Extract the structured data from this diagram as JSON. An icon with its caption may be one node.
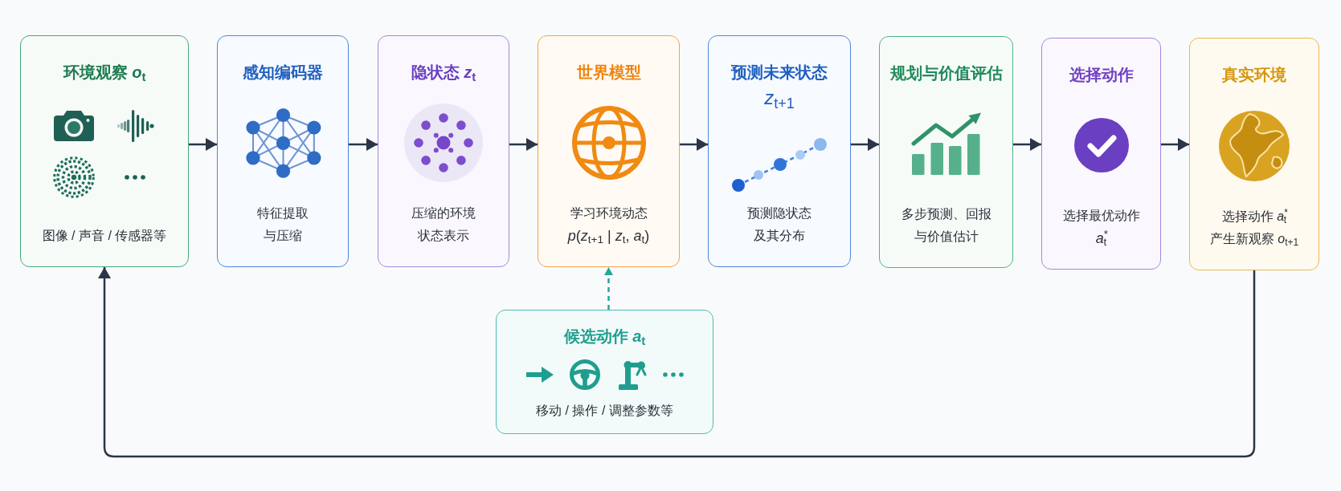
{
  "diagram": {
    "nodes": [
      {
        "text": [
          "环境观察 *o*$_{t}$",
          "图像 / 声音 / 传感器等"
        ]
      },
      {
        "text": [
          "感知编码器",
          "特征提取与压缩"
        ]
      },
      {
        "text": [
          "隐状态 *z*$_{t}$",
          "压缩的环境状态表示"
        ]
      },
      {
        "text": [
          "世界模型",
          "学习环境动态",
          "*p*(*z*$_{t+1}$ | *z*$_{t}$, *a*$_{t}$)"
        ]
      },
      {
        "text": [
          "预测未来状态",
          "*z*$_{t+1}$",
          "预测隐状态及其分布"
        ]
      },
      {
        "text": [
          "规划与价值评估",
          "多步预测、回报与价值估计"
        ]
      },
      {
        "text": [
          "选择动作",
          "选择最优动作",
          "*a*$^{*}$$_{t}$"
        ]
      },
      {
        "text": [
          "真实环境",
          "选择动作 *a*$^{*}$$_{t}$",
          "产生新观察 *o*$_{t+1}$"
        ]
      },
      {
        "text": [
          "候选动作 *a*$_{t}$",
          "移动 / 操作 / 调整参数等"
        ]
      }
    ],
    "edges": [
      {
        "from": 0,
        "to": 1,
        "arrow": "to"
      },
      {
        "from": 1,
        "to": 2,
        "arrow": "to"
      },
      {
        "from": 2,
        "to": 3,
        "arrow": "to"
      },
      {
        "from": 3,
        "to": 4,
        "arrow": "to"
      },
      {
        "from": 4,
        "to": 5,
        "arrow": "to"
      },
      {
        "from": 5,
        "to": 6,
        "arrow": "to"
      },
      {
        "from": 6,
        "to": 7,
        "arrow": "to"
      },
      {
        "from": 8,
        "to": 3,
        "arrow": "to",
        "style": "dashed",
        "color": "#26a69a"
      },
      {
        "from": 7,
        "to": 0,
        "arrow": "to"
      }
    ]
  }
}
